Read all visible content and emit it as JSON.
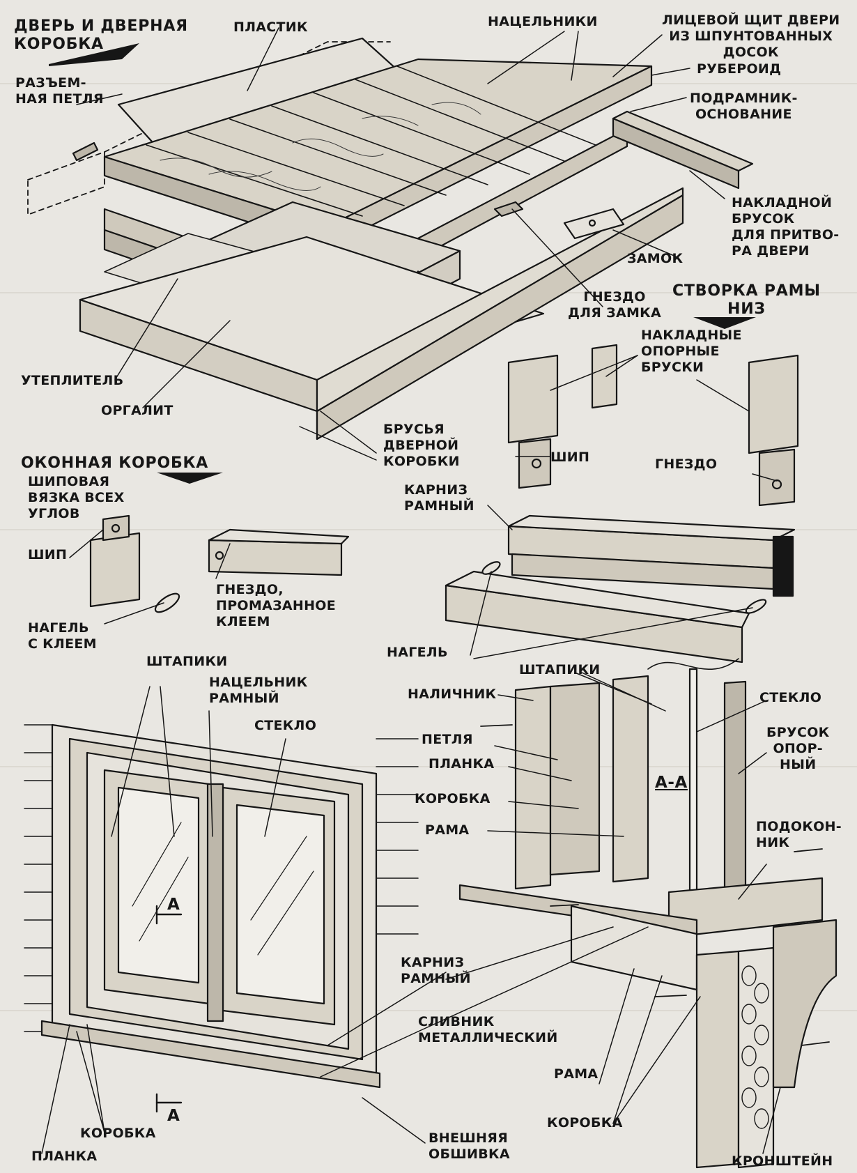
{
  "labels": {
    "door_header": "ДВЕРЬ И ДВЕРНАЯ\nКОРОБКА",
    "plastic": "ПЛАСТИК",
    "nalichniki": "НАЦЕЛЬНИКИ",
    "door_face": "ЛИЦЕВОЙ ЩИТ ДВЕРИ\nИЗ ШПУНТОВАННЫХ\nДОСОК",
    "ruberoid": "РУБЕРОИД",
    "subframe": "ПОДРАМНИК-\nОСНОВАНИЕ",
    "removable_hinge": "РАЗЪЕМ-\nНАЯ ПЕТЛЯ",
    "overlay_bar": "НАКЛАДНОЙ\nБРУСОК\nДЛЯ ПРИТВО-\nРА ДВЕРИ",
    "lock": "ЗАМОК",
    "lock_nest": "ГНЕЗДО\nДЛЯ ЗАМКА",
    "sash_header": "СТВОРКА РАМЫ\nНИЗ",
    "insulation": "УТЕПЛИТЕЛЬ",
    "orgalit": "ОРГАЛИТ",
    "door_frame_bars": "БРУСЬЯ\nДВЕРНОЙ\nКОРОБКИ",
    "overlay_support_bars": "НАКЛАДНЫЕ\nОПОРНЫЕ\nБРУСКИ",
    "tenon_right": "ШИП",
    "nest_right": "ГНЕЗДО",
    "window_box_header": "ОКОННАЯ КОРОБКА",
    "tenon_joint": "ШИПОВАЯ\nВЯЗКА ВСЕХ\nУГЛОВ",
    "tenon_left": "ШИП",
    "nest_glued": "ГНЕЗДО,\nПРОМАЗАННОЕ\nКЛЕЕМ",
    "dowel_glue": "НАГЕЛЬ\nС КЛЕЕМ",
    "cornice_top": "КАРНИЗ\nРАМНЫЙ",
    "dowel": "НАГЕЛЬ",
    "glazing_beads_left": "ШТАПИКИ",
    "frame_nalichnik": "НАЦЕЛЬНИК\nРАМНЫЙ",
    "glass_left": "СТЕКЛО",
    "glazing_beads_right": "ШТАПИКИ",
    "casing": "НАЛИЧНИК",
    "glass_right": "СТЕКЛО",
    "hinge": "ПЕТЛЯ",
    "support_bar": "БРУСОК\nОПОР-\nНЫЙ",
    "strip_right": "ПЛАНКА",
    "box_right": "КОРОБКА",
    "section": "А-А",
    "frame_right": "РАМА",
    "sill": "ПОДОКОН-\nНИК",
    "cornice_bottom": "КАРНИЗ\nРАМНЫЙ",
    "drip": "СЛИВНИК\nМЕТАЛЛИЧЕСКИЙ",
    "frame_bottom": "РАМА",
    "box_bottom_right": "КОРОБКА",
    "section_mark_1": "А",
    "section_mark_2": "А",
    "box_bottom_left": "КОРОБКА",
    "strip_bottom_left": "ПЛАНКА",
    "cladding": "ВНЕШНЯЯ\nОБШИВКА",
    "bracket": "КРОНШТЕЙН"
  },
  "colors": {
    "ink": "#161616",
    "paper": "#e9e7e2",
    "wood": "#d9d4c8",
    "shade": "#bdb7aa"
  }
}
